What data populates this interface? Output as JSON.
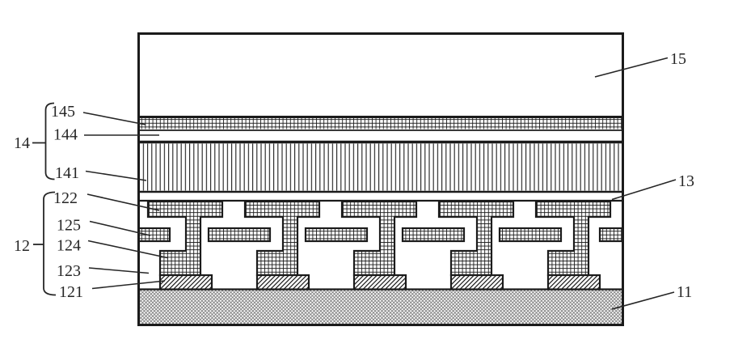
{
  "diagram": {
    "left_labels": {
      "group14": {
        "bracket_label": "14",
        "items": [
          "145",
          "144",
          "141"
        ]
      },
      "group12": {
        "bracket_label": "12",
        "items": [
          "122",
          "125",
          "124",
          "123",
          "121"
        ]
      }
    },
    "right_labels": [
      "15",
      "13",
      "11"
    ],
    "colors": {
      "line": "#1b1b1b",
      "label_text": "#262626",
      "substrate_hatch": "#787878",
      "background": "#ffffff"
    }
  }
}
